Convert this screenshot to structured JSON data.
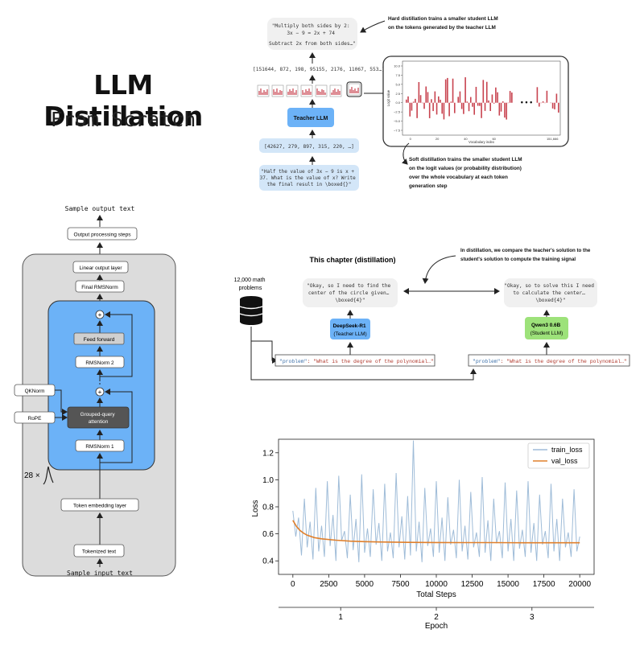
{
  "header": {
    "title": "LLM Distillation",
    "subtitle": "From Scratch"
  },
  "hard_distill": {
    "teacher_output": [
      "\"Multiply both sides by 2:",
      "3x − 9 = 2x + 74",
      "Subtract 2x from both sides…\""
    ],
    "output_tokens": "[151644, 872, 198, 95155, 2176, 11067, 553…]",
    "teacher_label": "Teacher LLM",
    "input_tokens": "[42627, 279, 897, 315, 220, …]",
    "input_text": [
      "\"Half the value of 3x − 9 is  x +",
      "37. What is the value of x? Write",
      "the final result in \\boxed{}\""
    ],
    "hard_note": [
      "Hard distillation trains a smaller student LLM",
      "on the tokens generated by the teacher LLM"
    ],
    "soft_note": [
      "Soft distillation trains the smaller student LLM",
      "on the logit values (or probability distribution)",
      "over the whole vocabulary at each token",
      "generation step"
    ]
  },
  "logit_chart": {
    "ylabel": "Logit value",
    "xlabel": "Vocabulary index",
    "yticks": [
      "10.0",
      "7.5",
      "5.0",
      "2.5",
      "0.0",
      "−2.5",
      "−5.0",
      "−7.5"
    ],
    "xticks": [
      "0",
      "20",
      "40",
      "60",
      "151,666"
    ],
    "ellipsis": "• • •",
    "bar_color": "#c8434f"
  },
  "architecture": {
    "output_text": "Sample output text",
    "output_steps": "Output processing steps",
    "linear_layer": "Linear output layer",
    "final_norm": "Final RMSNorm",
    "feed_forward": "Feed forward",
    "rmsnorm2": "RMSNorm 2",
    "qknorm": "QKNorm",
    "rope": "RoPE",
    "gqa": [
      "Grouped-query",
      "attention"
    ],
    "rmsnorm1": "RMSNorm 1",
    "repeat": "28 ×",
    "token_embedding": "Token embedding layer",
    "tokenized_text": "Tokenized text",
    "input_text": "Sample input text",
    "plus_symbol": "+",
    "colors": {
      "outer": "#dcdcdc",
      "inner": "#6cb2f7",
      "dark_block": "#555555"
    }
  },
  "chapter": {
    "title": "This chapter (distillation)",
    "compare_note": [
      "In distillation, we compare the teacher's solution to the",
      "student's solution to compute the training signal"
    ],
    "dataset_label": [
      "12,000 math",
      "problems"
    ],
    "teacher_solution": [
      "\"Okay, so I need to find the",
      "center of the circle given…",
      "\\boxed{4}\""
    ],
    "student_solution": [
      "\"Okay, so to solve this I need",
      "to calculate the center…",
      "\\boxed{4}\""
    ],
    "teacher_model": [
      "DeepSeek-R1",
      "(Teacher LLM)"
    ],
    "student_model": [
      "Qwen3 0.6B",
      "(Student LLM)"
    ],
    "prompt_key": "\"problem\"",
    "prompt_value": ": \"What is the degree of the polynomial…\"",
    "colors": {
      "teacher": "#6cb2f7",
      "student": "#9de27a"
    }
  },
  "chart_data": {
    "type": "line",
    "xlabel": "Total Steps",
    "ylabel": "Loss",
    "secondary_xlabel": "Epoch",
    "xlim": [
      -1000,
      21000
    ],
    "ylim": [
      0.3,
      1.3
    ],
    "xticks": [
      0,
      2500,
      5000,
      7500,
      10000,
      12500,
      15000,
      17500,
      20000
    ],
    "yticks": [
      0.4,
      0.6,
      0.8,
      1.0,
      1.2
    ],
    "epoch_ticks": [
      1,
      2,
      3
    ],
    "legend_position": "top-right",
    "series": [
      {
        "name": "train_loss",
        "color": "#9fbcd8",
        "x": [
          0,
          200,
          400,
          600,
          800,
          1000,
          1200,
          1400,
          1600,
          1800,
          2000,
          2200,
          2400,
          2600,
          2800,
          3000,
          3200,
          3400,
          3600,
          3800,
          4000,
          4200,
          4400,
          4600,
          4800,
          5000,
          5200,
          5400,
          5600,
          5800,
          6000,
          6200,
          6400,
          6600,
          6800,
          7000,
          7200,
          7400,
          7600,
          7800,
          8000,
          8200,
          8400,
          8600,
          8800,
          9000,
          9200,
          9400,
          9600,
          9800,
          10000,
          10200,
          10400,
          10600,
          10800,
          11000,
          11200,
          11400,
          11600,
          11800,
          12000,
          12200,
          12400,
          12600,
          12800,
          13000,
          13200,
          13400,
          13600,
          13800,
          14000,
          14200,
          14400,
          14600,
          14800,
          15000,
          15200,
          15400,
          15600,
          15800,
          16000,
          16200,
          16400,
          16600,
          16800,
          17000,
          17200,
          17400,
          17600,
          17800,
          18000,
          18200,
          18400,
          18600,
          18800,
          19000,
          19200,
          19400,
          19600,
          19800,
          20000
        ],
        "y": [
          0.77,
          0.58,
          0.72,
          0.44,
          0.86,
          0.5,
          0.69,
          0.41,
          0.94,
          0.47,
          0.66,
          0.43,
          0.99,
          0.51,
          0.74,
          0.4,
          1.03,
          0.55,
          0.62,
          0.42,
          0.89,
          0.48,
          0.71,
          0.39,
          1.04,
          0.46,
          0.64,
          0.43,
          0.93,
          0.52,
          0.68,
          0.4,
          0.97,
          0.47,
          0.61,
          0.42,
          1.05,
          0.5,
          0.73,
          0.41,
          0.88,
          0.44,
          1.29,
          0.47,
          0.69,
          0.39,
          0.94,
          0.51,
          0.64,
          0.43,
          0.99,
          0.46,
          0.72,
          0.4,
          0.87,
          0.52,
          0.63,
          0.42,
          1.0,
          0.47,
          0.66,
          0.41,
          0.91,
          0.5,
          0.61,
          0.43,
          1.02,
          0.46,
          0.7,
          0.4,
          0.86,
          0.53,
          0.62,
          0.42,
          0.98,
          0.47,
          0.71,
          0.4,
          0.92,
          0.49,
          0.63,
          0.43,
          0.99,
          0.46,
          0.68,
          0.4,
          0.89,
          0.52,
          0.62,
          0.42,
          0.97,
          0.47,
          0.71,
          0.4,
          0.86,
          0.5,
          0.61,
          0.43,
          0.93,
          0.47,
          0.58
        ]
      },
      {
        "name": "val_loss",
        "color": "#e0802c",
        "x": [
          0,
          250,
          500,
          750,
          1000,
          1500,
          2000,
          3000,
          4000,
          5000,
          6000,
          8000,
          10000,
          12000,
          14000,
          16000,
          18000,
          20000
        ],
        "y": [
          0.7,
          0.655,
          0.625,
          0.605,
          0.59,
          0.572,
          0.563,
          0.553,
          0.546,
          0.542,
          0.54,
          0.537,
          0.536,
          0.535,
          0.535,
          0.534,
          0.534,
          0.534
        ]
      }
    ]
  }
}
